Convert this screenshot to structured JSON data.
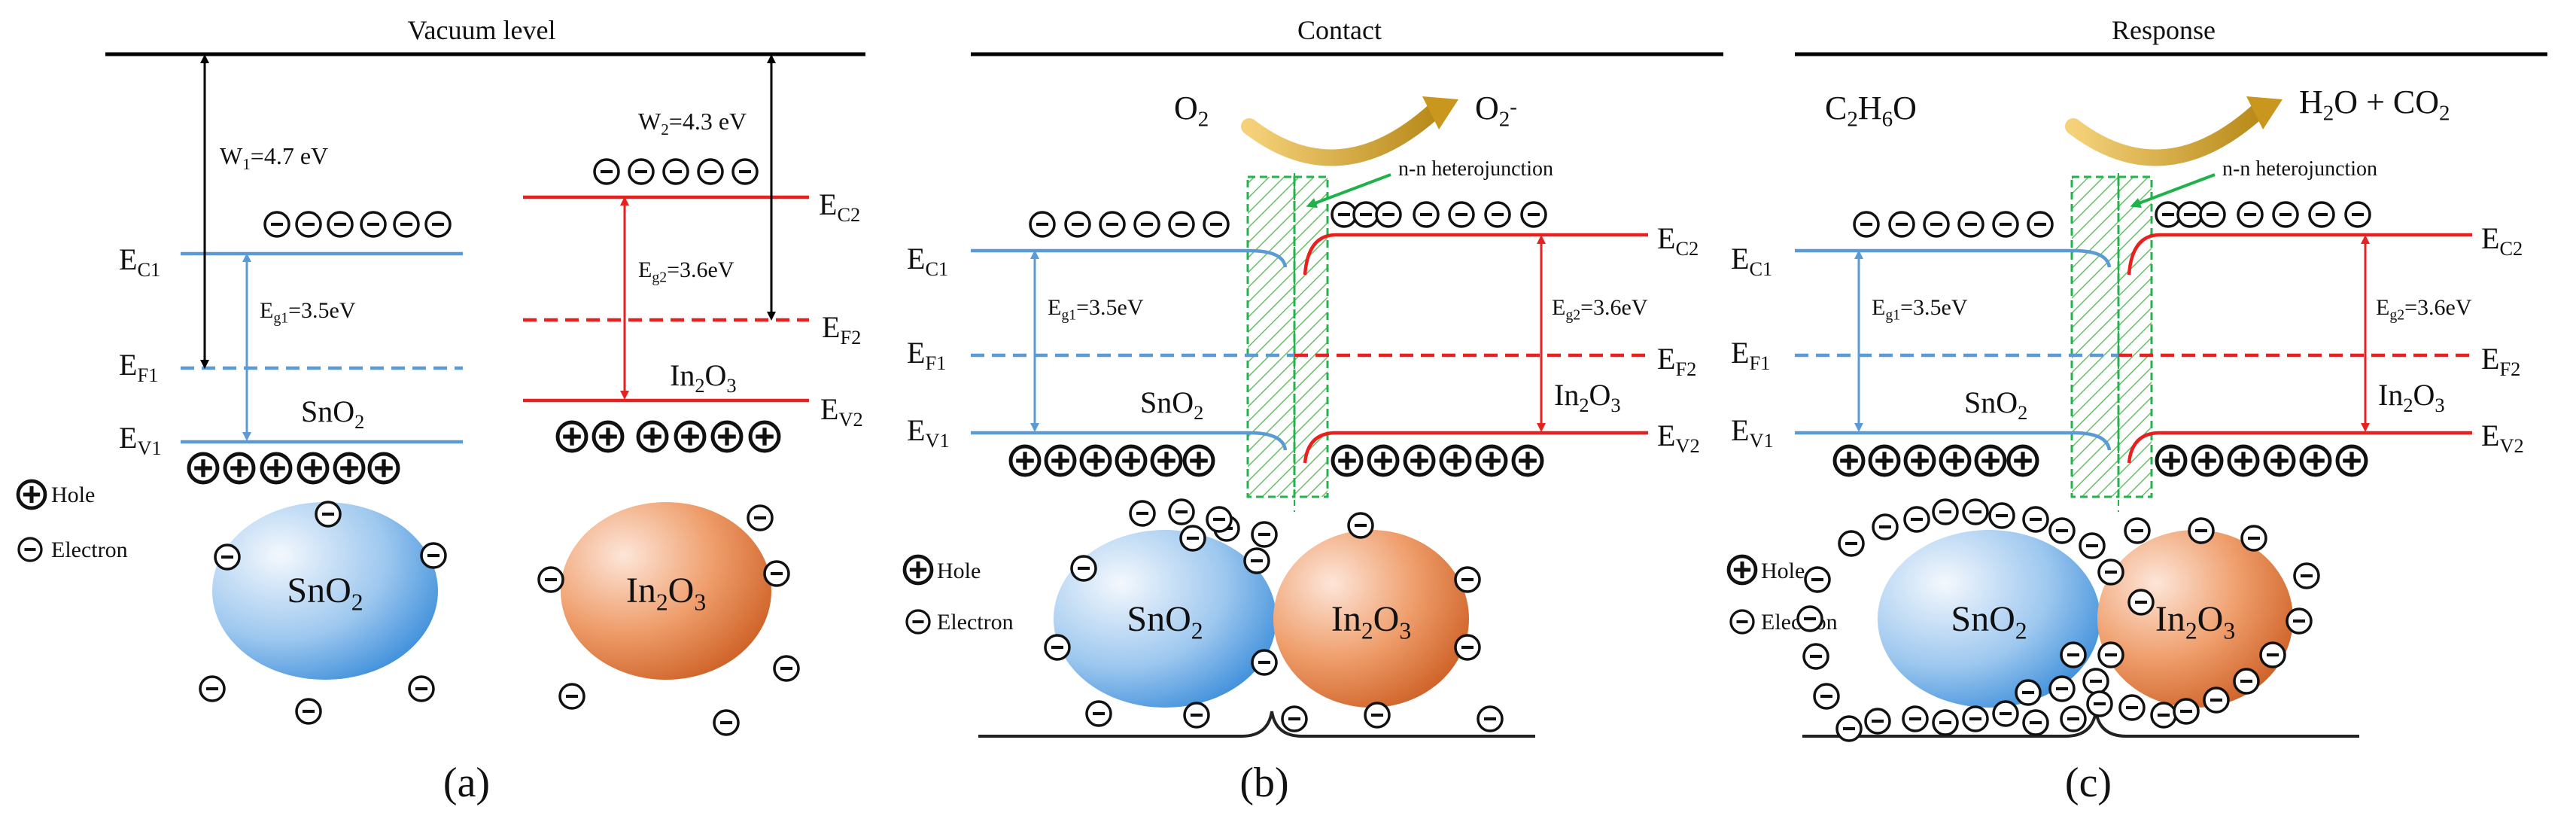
{
  "panels": [
    {
      "header": "Vacuum level",
      "caption": "(a)"
    },
    {
      "header": "Contact",
      "caption": "(b)",
      "reaction": {
        "left": [
          "O",
          "2",
          ""
        ],
        "right": [
          "O",
          "2",
          "-"
        ]
      },
      "junction": "n-n heterojunction"
    },
    {
      "header": "Response",
      "caption": "(c)",
      "reaction": {
        "left_parts": [
          "C",
          "2",
          "H",
          "6",
          "O"
        ],
        "right_parts": [
          "H",
          "2",
          "O + CO",
          "2"
        ]
      },
      "junction": "n-n heterojunction"
    }
  ],
  "levels": {
    "ec1": [
      "E",
      "C1"
    ],
    "ef1": [
      "E",
      "F1"
    ],
    "ev1": [
      "E",
      "V1"
    ],
    "ec2": [
      "E",
      "C2"
    ],
    "ef2": [
      "E",
      "F2"
    ],
    "ev2": [
      "E",
      "V2"
    ],
    "eg1": [
      "E",
      "g1",
      "=3.5eV"
    ],
    "eg2": [
      "E",
      "g2",
      "=3.6eV"
    ],
    "w1": [
      "W",
      "1",
      "=4.7 eV"
    ],
    "w2": [
      "W",
      "2",
      "=4.3 eV"
    ]
  },
  "materials": {
    "sno2": [
      "SnO",
      "2"
    ],
    "in2o3": [
      "In",
      "2",
      "O",
      "3"
    ]
  },
  "legend": {
    "hole": "Hole",
    "electron": "Electron"
  },
  "colors": {
    "sno2_band": "#5b9bd5",
    "in2o3_band": "#e8201f",
    "vacuum": "#000000",
    "junction_box": "#21b34c",
    "junction_arrow": "#1fb24a",
    "hatch": "#6abf69",
    "sno2_particle": "#2f86d8",
    "in2o3_particle": "#c9581c"
  },
  "icons": {
    "hole": "circled-plus",
    "electron": "circled-minus"
  }
}
